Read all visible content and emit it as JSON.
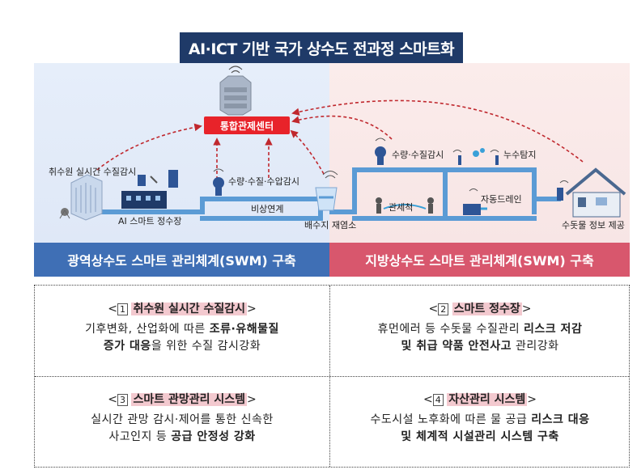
{
  "title": "AI·ICT 기반 국가 상수도 전과정 스마트화",
  "center_label": "통합관제센터",
  "labels": {
    "intake": "취수원 실시간 수질감시",
    "ai_plant": "AI 스마트 정수장",
    "flow_quality": "수량·수질·수압감시",
    "emergency": "비상연계",
    "reservoir": "배수지 재염소",
    "quantity_quality": "수량·수질감시",
    "leak": "누수탐지",
    "pipe": "관세척",
    "drain": "자동드레인",
    "tap_info": "수돗물 정보 제공"
  },
  "bands": {
    "left": "광역상수도 스마트 관리체계(SWM) 구축",
    "right": "지방상수도 스마트 관리체계(SWM) 구축"
  },
  "cells": [
    {
      "num": "1",
      "title": "취수원 실시간 수질감시",
      "line1": "기후변화, 산업화에 따른 ",
      "line1_bold": "조류·유해물질",
      "line2_bold": "증가 대응",
      "line2": "을 위한 수질 감시강화"
    },
    {
      "num": "2",
      "title": "스마트 정수장",
      "line1": "휴먼에러 등 수돗물 수질관리 ",
      "line1_bold": "리스크 저감",
      "line2_bold": "및 취급 약품 안전사고",
      "line2": " 관리강화"
    },
    {
      "num": "3",
      "title": "스마트 관망관리 시스템",
      "line1": "실시간 관망 감시·제어를 통한 신속한",
      "line1_bold": "",
      "line2": "사고인지 등 ",
      "line2_bold": "공급 안정성 강화"
    },
    {
      "num": "4",
      "title": "자산관리 시스템",
      "line1": "수도시설 노후화에 따른 물 공급 ",
      "line1_bold": "리스크 대응",
      "line2_bold": "및 체계적 시설관리 시스템 구축",
      "line2": ""
    }
  ],
  "colors": {
    "banner": "#1f3a68",
    "center": "#e8232a",
    "pipe": "#5b9bd5",
    "band_left": "#3f6fb5",
    "band_right": "#d8576d",
    "highlight": "#f3c9cf"
  },
  "icons": [
    "server-icon",
    "intake-tank-icon",
    "plant-icon",
    "sensor-icon",
    "wifi-icon",
    "reservoir-icon",
    "house-icon",
    "drain-icon"
  ]
}
